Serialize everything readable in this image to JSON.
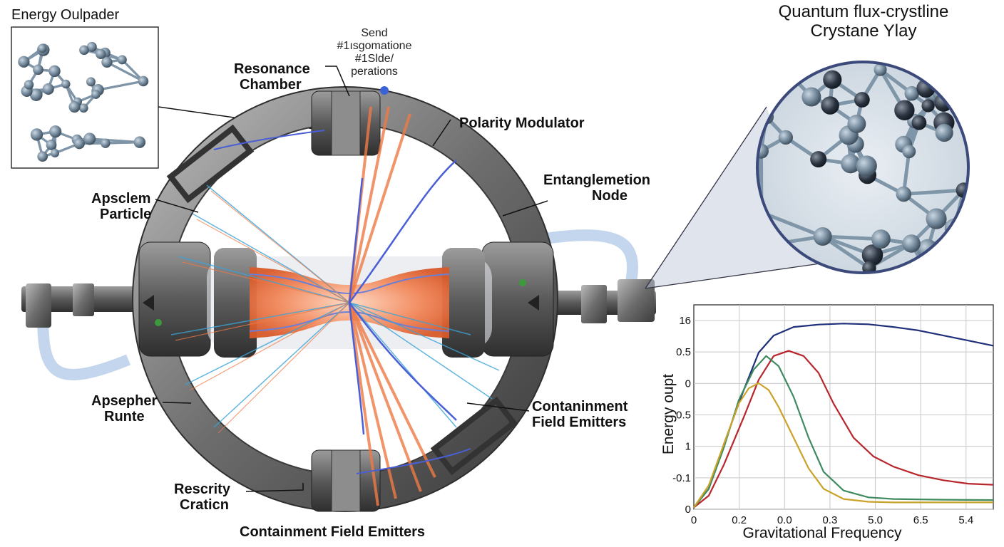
{
  "labels": {
    "energy_outpader": "Energy Oulpader",
    "quantum_title_1": "Quantum flux-crystline",
    "quantum_title_2": "Crystane Ylay",
    "send_line1": "Send",
    "send_line2": "#1ısgomatione",
    "send_line3": "#1Slde/",
    "send_line4": "perations",
    "resonance_1": "Resonance",
    "resonance_2": "Chamber",
    "polarity": "Polarity Modulator",
    "entangle_1": "Entanglemetion",
    "entangle_2": "Node",
    "apsclem_1": "Apsclem",
    "apsclem_2": "Particle",
    "apsepher_1": "Apsepher",
    "apsepher_2": "Runte",
    "contain_right_1": "Contaninment",
    "contain_right_2": "Field Emitters",
    "rescrity_1": "Rescrity",
    "rescrity_2": "Craticn",
    "contain_bottom": "Containment Field Emitters"
  },
  "colors": {
    "ring_dark": "#4a4a4a",
    "ring_mid": "#8a8a8a",
    "beam_orange": "#f07a45",
    "beam_blue": "#4a5fd6",
    "beam_cyan": "#3aa3d8",
    "molecule": "#6f8597",
    "indicator": "#3b63d8"
  },
  "chart_data": {
    "type": "line",
    "title": "",
    "xlabel": "Gravitational Frequency",
    "ylabel": "Energy oupt",
    "x_tick_labels": [
      "0",
      "0.2",
      "0.0",
      "0.3",
      "5.0",
      "6.5",
      "5.4"
    ],
    "y_tick_labels": [
      "16",
      "0.5",
      "0",
      "0.5",
      "1",
      "-0.1",
      "0"
    ],
    "grid": true,
    "xlim": [
      0,
      6
    ],
    "ylim": [
      0,
      6
    ],
    "series": [
      {
        "color": "#1f2f7a",
        "x": [
          0,
          0.3,
          0.6,
          1.0,
          1.3,
          1.6,
          2.0,
          2.5,
          3.0,
          3.5,
          4.0,
          4.5,
          5.0,
          5.5,
          6.0
        ],
        "y": [
          0.05,
          0.6,
          1.9,
          3.5,
          4.6,
          5.1,
          5.35,
          5.42,
          5.45,
          5.43,
          5.35,
          5.25,
          5.1,
          4.95,
          4.8
        ]
      },
      {
        "color": "#b8262c",
        "x": [
          0,
          0.3,
          0.6,
          1.0,
          1.3,
          1.6,
          1.9,
          2.2,
          2.5,
          2.8,
          3.2,
          3.6,
          4.0,
          4.5,
          5.0,
          5.5,
          6.0
        ],
        "y": [
          0.05,
          0.4,
          1.3,
          2.7,
          3.8,
          4.5,
          4.65,
          4.5,
          4.0,
          3.1,
          2.1,
          1.55,
          1.25,
          1.0,
          0.85,
          0.75,
          0.72
        ]
      },
      {
        "color": "#3f8a5e",
        "x": [
          0,
          0.3,
          0.6,
          0.9,
          1.2,
          1.45,
          1.7,
          2.0,
          2.3,
          2.6,
          3.0,
          3.5,
          4.0,
          5.0,
          6.0
        ],
        "y": [
          0.05,
          0.6,
          1.8,
          3.2,
          4.1,
          4.5,
          4.2,
          3.3,
          2.1,
          1.1,
          0.55,
          0.35,
          0.3,
          0.28,
          0.27
        ]
      },
      {
        "color": "#c9a227",
        "x": [
          0,
          0.3,
          0.6,
          0.9,
          1.1,
          1.3,
          1.5,
          1.7,
          2.0,
          2.3,
          2.6,
          3.0,
          3.5,
          4.0,
          5.0,
          6.0
        ],
        "y": [
          0.05,
          0.7,
          1.9,
          3.1,
          3.55,
          3.7,
          3.5,
          3.0,
          2.1,
          1.2,
          0.6,
          0.3,
          0.22,
          0.2,
          0.2,
          0.2
        ]
      }
    ]
  }
}
